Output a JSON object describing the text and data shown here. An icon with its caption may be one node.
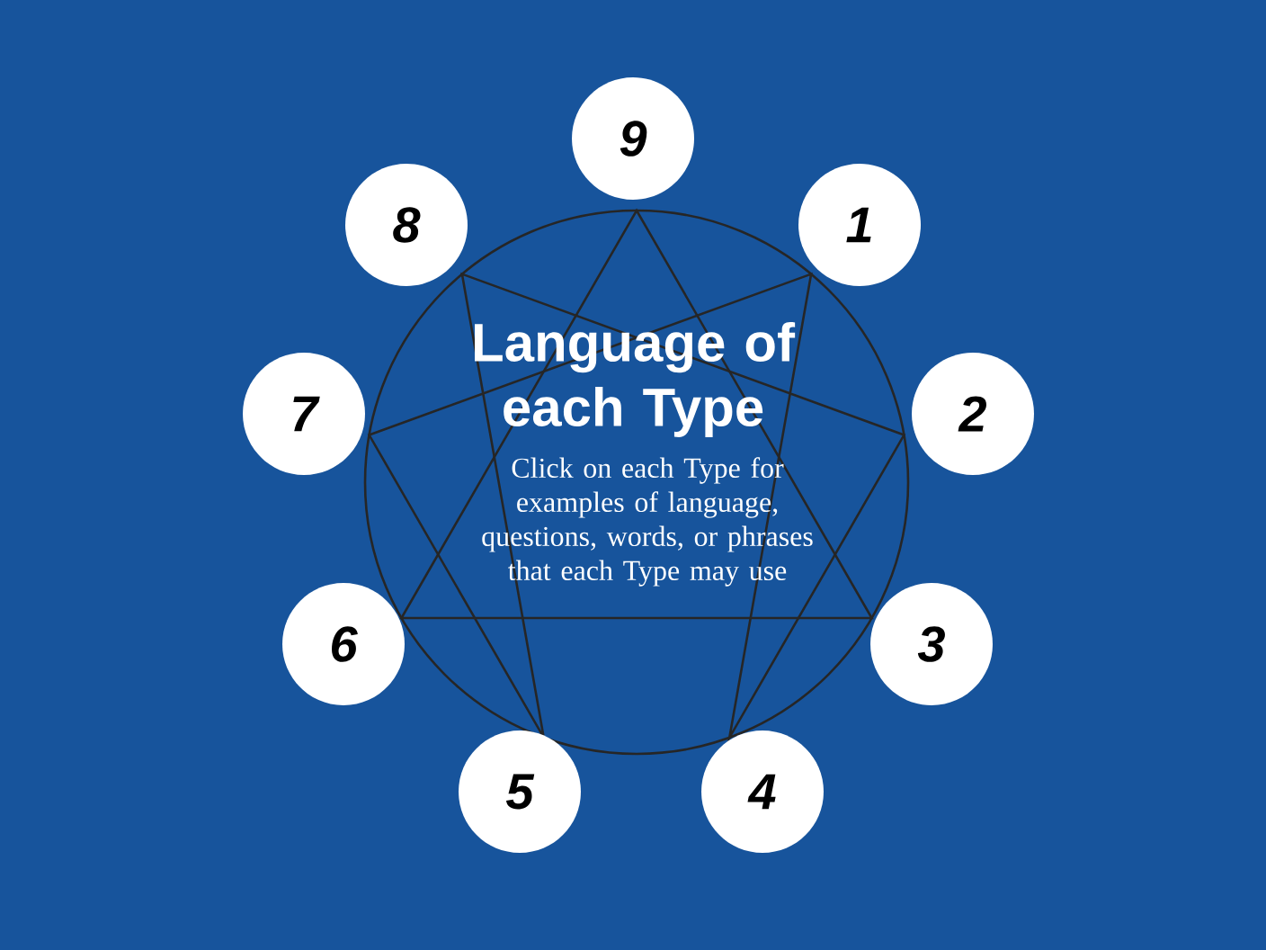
{
  "diagram": {
    "title": "Language of each Type",
    "nodes": [
      {
        "text": [
          "9"
        ]
      },
      {
        "text": [
          "1"
        ]
      },
      {
        "text": [
          "2"
        ]
      },
      {
        "text": [
          "3"
        ]
      },
      {
        "text": [
          "4"
        ]
      },
      {
        "text": [
          "5"
        ]
      },
      {
        "text": [
          "6"
        ]
      },
      {
        "text": [
          "7"
        ]
      },
      {
        "text": [
          "8"
        ]
      }
    ],
    "labels": [
      "Click on each Type for examples of language, questions, words, or phrases that each Type may use"
    ]
  }
}
